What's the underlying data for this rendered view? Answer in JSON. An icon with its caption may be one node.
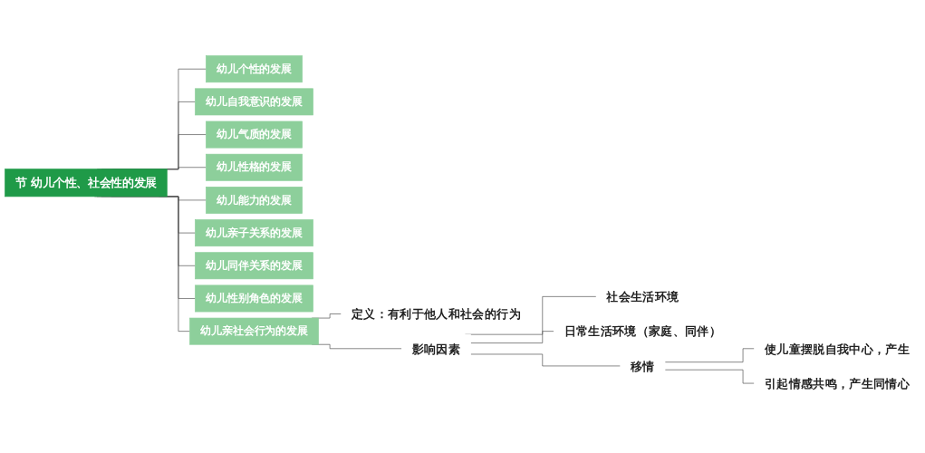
{
  "diagram": {
    "nodes": [
      {
        "text": [
          "节 幼儿个性、社会性的发展"
        ]
      },
      {
        "text": [
          "幼儿个性的发展"
        ]
      },
      {
        "text": [
          "幼儿自我意识的发展"
        ]
      },
      {
        "text": [
          "幼儿气质的发展"
        ]
      },
      {
        "text": [
          "幼儿性格的发展"
        ]
      },
      {
        "text": [
          "幼儿能力的发展"
        ]
      },
      {
        "text": [
          "幼儿亲子关系的发展"
        ]
      },
      {
        "text": [
          "幼儿同伴关系的发展"
        ]
      },
      {
        "text": [
          "幼儿性别角色的发展"
        ]
      },
      {
        "text": [
          "幼儿亲社会行为的发展"
        ]
      },
      {
        "text": [
          "定义：有利于他人和社会的行为"
        ]
      },
      {
        "text": [
          "影响因素"
        ]
      },
      {
        "text": [
          "社会生活环境"
        ]
      },
      {
        "text": [
          "日常生活环境（家庭、同伴）"
        ]
      },
      {
        "text": [
          "移情"
        ]
      },
      {
        "text": [
          "使儿童摆脱自我中心，产生"
        ]
      },
      {
        "text": [
          "引起情感共鸣，产生同情心"
        ]
      }
    ],
    "edges": [
      {
        "from": 0,
        "to": 1,
        "arrow": "none"
      },
      {
        "from": 0,
        "to": 2,
        "arrow": "none"
      },
      {
        "from": 0,
        "to": 3,
        "arrow": "none"
      },
      {
        "from": 0,
        "to": 4,
        "arrow": "none"
      },
      {
        "from": 0,
        "to": 5,
        "arrow": "none"
      },
      {
        "from": 0,
        "to": 6,
        "arrow": "none"
      },
      {
        "from": 0,
        "to": 7,
        "arrow": "none"
      },
      {
        "from": 0,
        "to": 8,
        "arrow": "none"
      },
      {
        "from": 0,
        "to": 9,
        "arrow": "none"
      },
      {
        "from": 9,
        "to": 10,
        "arrow": "none"
      },
      {
        "from": 9,
        "to": 11,
        "arrow": "none"
      },
      {
        "from": 11,
        "to": 12,
        "arrow": "none"
      },
      {
        "from": 11,
        "to": 13,
        "arrow": "none"
      },
      {
        "from": 11,
        "to": 14,
        "arrow": "none"
      },
      {
        "from": 14,
        "to": 15,
        "arrow": "none"
      },
      {
        "from": 14,
        "to": 16,
        "arrow": "none"
      }
    ]
  }
}
